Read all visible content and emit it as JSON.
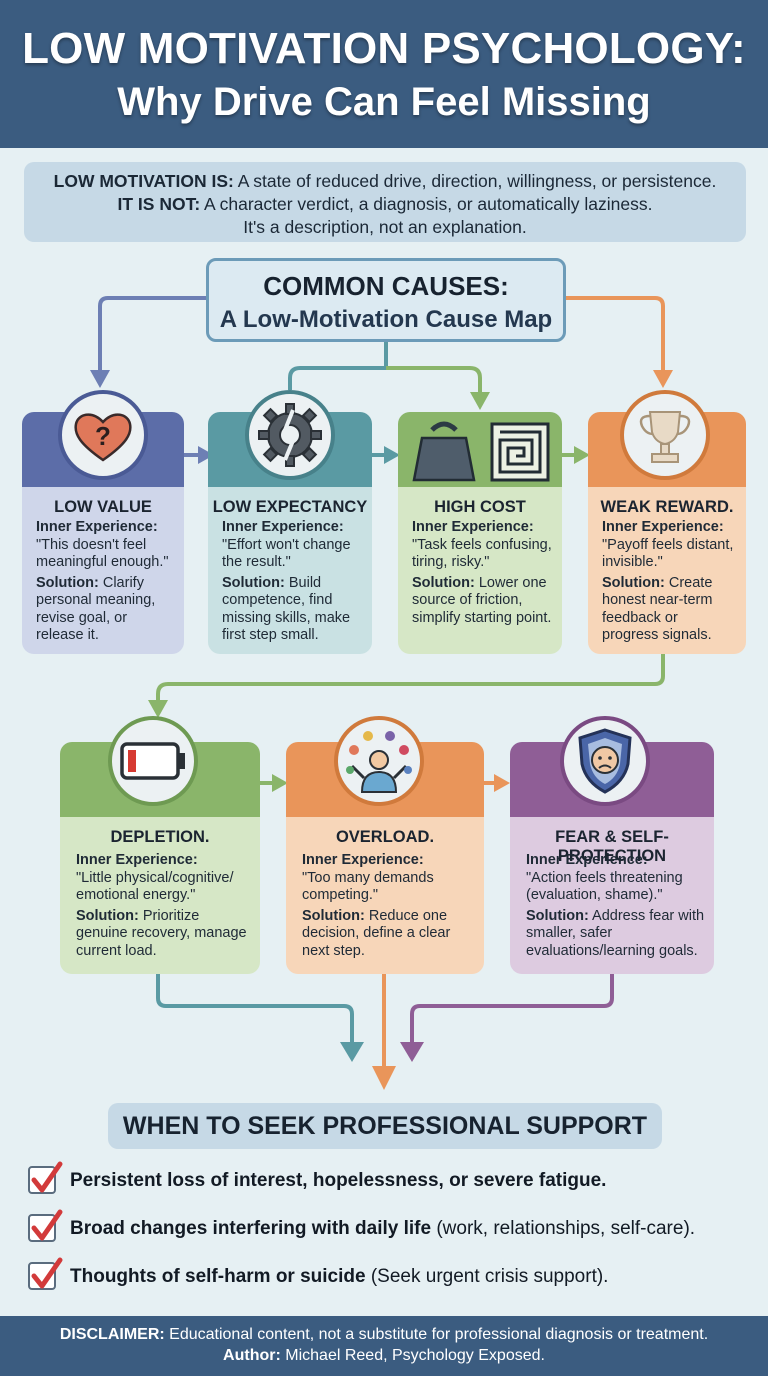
{
  "header": {
    "title_line1": "LOW MOTIVATION PSYCHOLOGY:",
    "title_line2": "Why Drive Can Feel Missing"
  },
  "definition": {
    "is_label": "LOW MOTIVATION IS:",
    "is_text": " A state of reduced drive, direction, willingness, or persistence.",
    "not_label": "IT IS NOT:",
    "not_text": " A character verdict, a diagnosis, or automatically laziness.",
    "note": "It's a description, not an explanation."
  },
  "hub": {
    "title": "COMMON CAUSES:",
    "subtitle": "A Low-Motivation Cause Map"
  },
  "labels": {
    "inner": "Inner Experience:",
    "solution": "Solution:"
  },
  "causes": [
    {
      "title": "LOW VALUE",
      "icon": "heart-question-icon",
      "inner": "\"This doesn't feel meaningful enough.\"",
      "solution": " Clarify personal meaning, revise goal, or release it.",
      "colors": {
        "band": "#5c6da8",
        "body": "#cfd6ea",
        "ring": "#4a5a95"
      }
    },
    {
      "title": "LOW EXPECTANCY",
      "icon": "broken-gear-icon",
      "inner": "\"Effort won't change the result.\"",
      "solution": " Build competence, find missing skills, make first step small.",
      "colors": {
        "band": "#5a9aa3",
        "body": "#c9e1e3",
        "ring": "#47818a"
      }
    },
    {
      "title": "HIGH COST",
      "icon": "weight-maze-icon",
      "inner": "\"Task feels confusing, tiring, risky.\"",
      "solution": " Lower one source of friction, simplify starting point.",
      "colors": {
        "band": "#8ab56a",
        "body": "#d6e7c6",
        "ring": "#6e9a52"
      }
    },
    {
      "title": "WEAK REWARD.",
      "icon": "trophy-icon",
      "inner": "\"Payoff feels distant, invisible.\"",
      "solution": " Create honest near-term feedback or progress signals.",
      "colors": {
        "band": "#e9955a",
        "body": "#f7d6b9",
        "ring": "#d07a3c"
      }
    },
    {
      "title": "DEPLETION.",
      "icon": "low-battery-icon",
      "inner": "\"Little physical/cognitive/ emotional energy.\"",
      "solution": " Prioritize genuine recovery, manage current load.",
      "colors": {
        "band": "#8ab56a",
        "body": "#d6e7c6",
        "ring": "#6e9a52"
      }
    },
    {
      "title": "OVERLOAD.",
      "icon": "juggling-person-icon",
      "inner": "\"Too many demands competing.\"",
      "solution": " Reduce one decision, define a clear next step.",
      "colors": {
        "band": "#e9955a",
        "body": "#f7d6b9",
        "ring": "#d07a3c"
      }
    },
    {
      "title": "FEAR & SELF-PROTECTION",
      "icon": "shield-face-icon",
      "inner": "\"Action feels threatening (evaluation, shame).\"",
      "solution": " Address fear with smaller, safer evaluations/learning goals.",
      "colors": {
        "band": "#8f5e96",
        "body": "#ddcbe0",
        "ring": "#7a4a82"
      }
    }
  ],
  "support": {
    "title": "WHEN TO SEEK PROFESSIONAL SUPPORT",
    "items": [
      {
        "bold": "Persistent loss of interest, hopelessness, or severe fatigue.",
        "rest": ""
      },
      {
        "bold": "Broad changes interfering with daily life",
        "rest": " (work, relationships, self-care)."
      },
      {
        "bold": "Thoughts of self-harm or suicide",
        "rest": " (Seek urgent crisis support)."
      }
    ]
  },
  "footer": {
    "disclaimer_label": "DISCLAIMER:",
    "disclaimer_text": " Educational content, not a substitute for professional diagnosis or treatment.",
    "author_label": "Author:",
    "author_text": " Michael Reed, Psychology Exposed."
  },
  "colors": {
    "header_bg": "#3b5c80",
    "page_bg": "#e6f0f3",
    "check_red": "#d23a3a"
  }
}
